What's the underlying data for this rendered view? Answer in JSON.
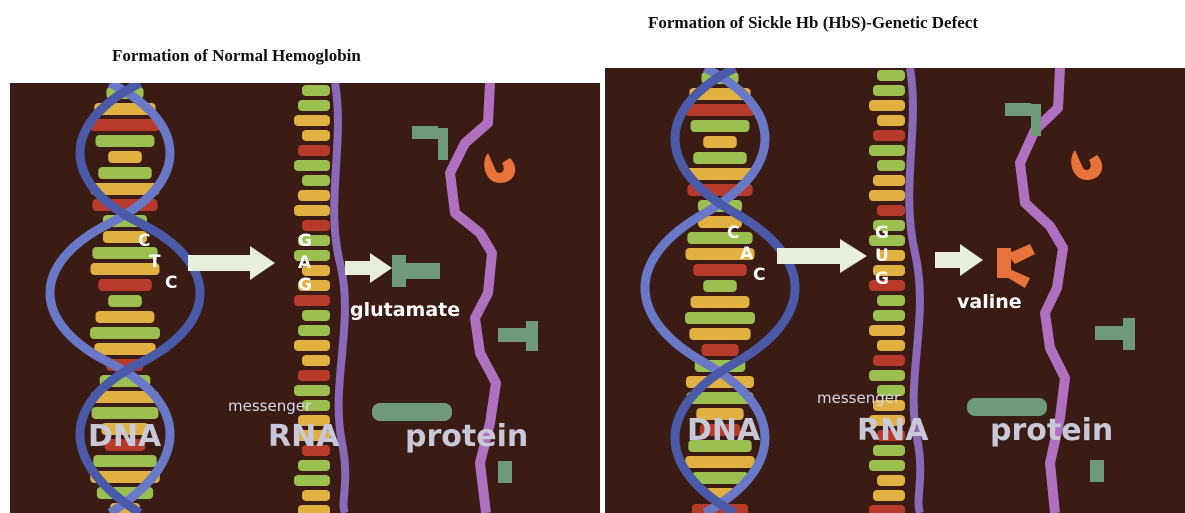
{
  "titles": {
    "left": "Formation of Normal Hemoglobin",
    "right": "Formation of Sickle Hb (HbS)-Genetic Defect"
  },
  "normal": {
    "dna_bases": [
      "C",
      "T",
      "C"
    ],
    "rna_bases": [
      "G",
      "A",
      "G"
    ],
    "amino_acid": "glutamate",
    "label_dna": "DNA",
    "label_messenger": "messenger",
    "label_rna": "RNA",
    "label_protein": "protein"
  },
  "sickle": {
    "dna_bases": [
      "C",
      "A",
      "C"
    ],
    "rna_bases": [
      "G",
      "U",
      "G"
    ],
    "amino_acid": "valine",
    "label_dna": "DNA",
    "label_messenger": "messenger",
    "label_rna": "RNA",
    "label_protein": "protein"
  },
  "colors": {
    "background": "#3a1c14",
    "dna_backbone": "#6a78c8",
    "rna_backbone": "#8a6ab8",
    "protein_chain": "#b070c0",
    "base_green": "#9cc050",
    "base_yellow": "#e0b040",
    "base_red": "#b83a2a",
    "amino_acid_green": "#6f9a78",
    "highlight_orange": "#e8733a",
    "arrow": "#e8eedc"
  },
  "icons": [
    "dna-helix-icon",
    "rna-strand-icon",
    "protein-chain-icon",
    "arrow-right-icon"
  ]
}
